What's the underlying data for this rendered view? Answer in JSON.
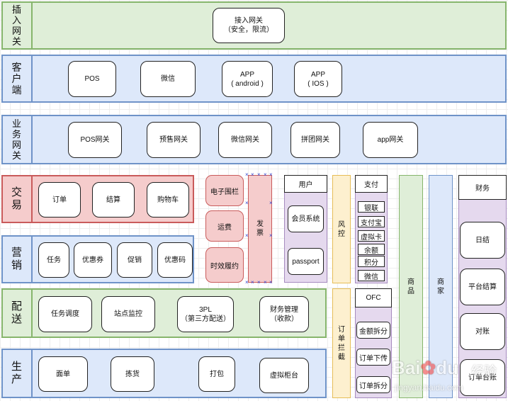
{
  "layers": {
    "gateway": {
      "label": "插\n入\n网\n关",
      "cards": [
        "接入网关\n（安全，限流）"
      ]
    },
    "client": {
      "label": "客\n户\n端",
      "cards": [
        "POS",
        "微信",
        "APP\n( android )",
        "APP\n( IOS )"
      ]
    },
    "biz_gateway": {
      "label": "业\n务\n网\n关",
      "cards": [
        "POS网关",
        "预售网关",
        "微信网关",
        "拼团网关",
        "app网关"
      ]
    },
    "trade": {
      "label": "交\n易",
      "cards": [
        "订单",
        "结算",
        "购物车"
      ]
    },
    "marketing": {
      "label": "营\n销",
      "cards": [
        "任务",
        "优惠券",
        "促销",
        "优惠码"
      ]
    },
    "delivery": {
      "label": "配\n送",
      "cards": [
        "任务调度",
        "站点监控",
        "3PL\n（第三方配送）",
        "财务管理\n（收款）"
      ]
    },
    "production": {
      "label": "生\n产",
      "cards": [
        "面单",
        "拣货",
        "打包",
        "虚拟柜台"
      ]
    }
  },
  "fence_group": [
    "电子围栏",
    "运费",
    "时效履约"
  ],
  "invoice": "发\n票",
  "user": {
    "title": "用户",
    "cards": [
      "会员系统",
      "passport"
    ]
  },
  "risk": "风\n控",
  "order_intercept": "订\n单\n拦\n截",
  "payment": {
    "title": "支付",
    "items": [
      "银联",
      "支付宝",
      "虚拟卡",
      "余额",
      "积分",
      "微信"
    ]
  },
  "ofc": {
    "title": "OFC",
    "items": [
      "金额拆分",
      "订单下传",
      "订单拆分"
    ]
  },
  "goods": "商\n品",
  "merchant": "商\n家",
  "finance": {
    "title": "财务",
    "items": [
      "日结",
      "平台结算",
      "对账",
      "订单台账"
    ]
  },
  "watermark": {
    "logo": "Bai",
    "paw": "du",
    "cn": "经验",
    "url": "jingyan.baidu.com"
  }
}
